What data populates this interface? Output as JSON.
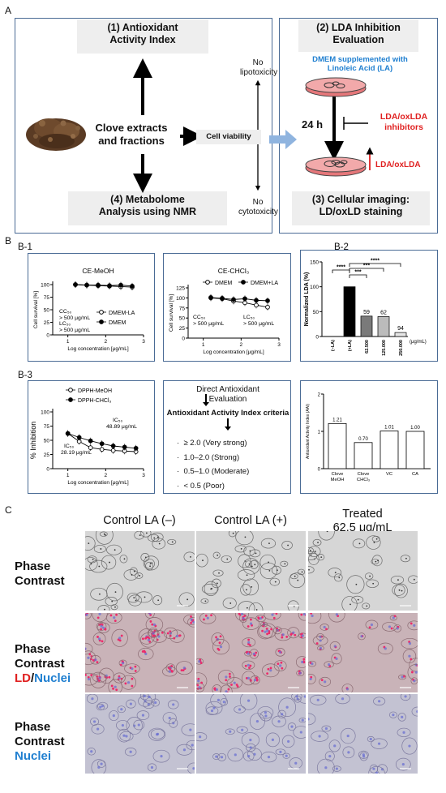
{
  "panelA": {
    "letter": "A",
    "antioxidant": [
      "(1) Antioxidant",
      "Activity Index"
    ],
    "metabolome": [
      "(4) Metabolome",
      "Analysis using NMR"
    ],
    "clove": [
      "Clove extracts",
      "and fractions"
    ],
    "cell_viability": "Cell viability",
    "no_lipo": [
      "No",
      "lipotoxicity"
    ],
    "no_cyto": [
      "No",
      "cytotoxicity"
    ],
    "lda_eval": [
      "(2) LDA Inhibition",
      "Evaluation"
    ],
    "dmem": [
      "DMEM supplemented with",
      "Linoleic Acid (LA)"
    ],
    "hours": "24 h",
    "inhibitors": [
      "LDA/oxLDA",
      "inhibitors"
    ],
    "lda_up": "LDA/oxLDA",
    "imaging": [
      "(3) Cellular imaging:",
      "LD/oxLD staining"
    ],
    "colors": {
      "blue_text": "#1f7fd0",
      "red_text": "#e02020",
      "dish_fill": "#e5777a"
    }
  },
  "panelB": {
    "letter": "B",
    "b1": "B-1",
    "b2": "B-2",
    "b3": "B-3"
  },
  "chart_data": [
    {
      "type": "line",
      "title": "CE-MeOH",
      "xlabel": "Log concentration [μg/mL]",
      "ylabel": "Cell survival [%]",
      "xlim": [
        0.6,
        3
      ],
      "ylim": [
        0,
        100
      ],
      "xticks": [
        "1",
        "2",
        "3"
      ],
      "yticks": [
        "0",
        "25",
        "50",
        "75",
        "100"
      ],
      "series": [
        {
          "name": "DMEM-LA",
          "marker": "open-circle",
          "x": [
            1.2,
            1.5,
            1.8,
            2.1,
            2.4,
            2.7
          ],
          "y": [
            100,
            99,
            98,
            97,
            96,
            95
          ]
        },
        {
          "name": "DMEM",
          "marker": "filled-circle",
          "x": [
            1.2,
            1.5,
            1.8,
            2.1,
            2.4,
            2.7
          ],
          "y": [
            100,
            99,
            99,
            98,
            99,
            97
          ]
        }
      ],
      "annotations": [
        "CC₅₀",
        "> 500 μg/mL",
        "LC₅₀",
        "> 500 μg/mL"
      ]
    },
    {
      "type": "line",
      "title": "CE-CHCl₃",
      "xlabel": "Log concentration [μg/mL]",
      "ylabel": "Cell survival [%]",
      "xlim": [
        0.6,
        3
      ],
      "ylim": [
        0,
        125
      ],
      "xticks": [
        "1",
        "2",
        "3"
      ],
      "yticks": [
        "0",
        "25",
        "50",
        "75",
        "100",
        "125"
      ],
      "series": [
        {
          "name": "DMEM",
          "marker": "open-circle",
          "x": [
            1.2,
            1.5,
            1.8,
            2.1,
            2.4,
            2.7
          ],
          "y": [
            100,
            98,
            92,
            88,
            82,
            77
          ]
        },
        {
          "name": "DMEM+LA",
          "marker": "filled-circle",
          "x": [
            1.2,
            1.5,
            1.8,
            2.1,
            2.4,
            2.7
          ],
          "y": [
            101,
            99,
            96,
            98,
            94,
            93
          ]
        }
      ],
      "annotations": [
        "CC₅₀",
        "> 500 μg/mL",
        "LC₅₀",
        "> 500 μg/mL"
      ]
    },
    {
      "type": "bar",
      "ylabel": "Normalized LDA (%)",
      "categories": [
        "(–LA)",
        "(+LA)",
        "62.500",
        "125.000",
        "250.000"
      ],
      "values": [
        0,
        100,
        41,
        40,
        8
      ],
      "data_labels": [
        "",
        "",
        "59",
        "62",
        "94"
      ],
      "unit_label": "(μg/mL)",
      "ylim": [
        0,
        150
      ],
      "yticks": [
        "0",
        "50",
        "100",
        "150"
      ],
      "significance": [
        "****",
        "****",
        "***",
        "***"
      ]
    },
    {
      "type": "line",
      "ylabel": "% Inhibition",
      "xlabel": "Log concentration [μg/mL]",
      "xlim": [
        0.6,
        3
      ],
      "ylim": [
        0,
        100
      ],
      "xticks": [
        "1",
        "2",
        "3"
      ],
      "yticks": [
        "0",
        "25",
        "50",
        "75",
        "100"
      ],
      "series": [
        {
          "name": "DPPH-MeOH",
          "marker": "open-circle",
          "x": [
            1.0,
            1.3,
            1.6,
            1.9,
            2.2,
            2.5,
            2.8
          ],
          "y": [
            62,
            48,
            37,
            34,
            32,
            31,
            30
          ]
        },
        {
          "name": "DPPH-CHCl₃",
          "marker": "filled-circle",
          "x": [
            1.0,
            1.3,
            1.6,
            1.9,
            2.2,
            2.5,
            2.8
          ],
          "y": [
            62,
            55,
            49,
            44,
            40,
            38,
            36
          ]
        }
      ],
      "annotations": [
        "IC₅₀",
        "48.89 μg/mL",
        "IC₅₀",
        "28.19 μg/mL"
      ]
    },
    {
      "type": "bar",
      "ylabel": "Antioxidant Activity Index (AAI)",
      "categories": [
        "Clove MeOH",
        "Clove CHCl₃",
        "VC",
        "CA"
      ],
      "values": [
        1.21,
        0.7,
        1.01,
        1.0
      ],
      "data_labels": [
        "1.21",
        "0.70",
        "1.01",
        "1.00"
      ],
      "ylim": [
        0,
        2
      ],
      "yticks": [
        "0",
        "1",
        "2"
      ]
    }
  ],
  "criteria": {
    "title": [
      "Direct Antioxidant",
      "Evaluation"
    ],
    "heading": "Antioxidant Activity Index criteria",
    "items": [
      "≥ 2.0 (Very strong)",
      "1.0–2.0 (Strong)",
      "0.5–1.0 (Moderate)",
      "< 0.5 (Poor)"
    ]
  },
  "panelC": {
    "letter": "C",
    "col1": "Control LA (–)",
    "col2": "Control LA (+)",
    "col3": [
      "Treated",
      "62.5 μg/mL"
    ],
    "row1": [
      "Phase",
      "Contrast"
    ],
    "row2": [
      "Phase",
      "Contrast"
    ],
    "row2_ld": "LD",
    "row2_slash": "/",
    "row2_nuclei": "Nuclei",
    "row3": [
      "Phase",
      "Contrast"
    ],
    "row3_nuclei": "Nuclei"
  }
}
